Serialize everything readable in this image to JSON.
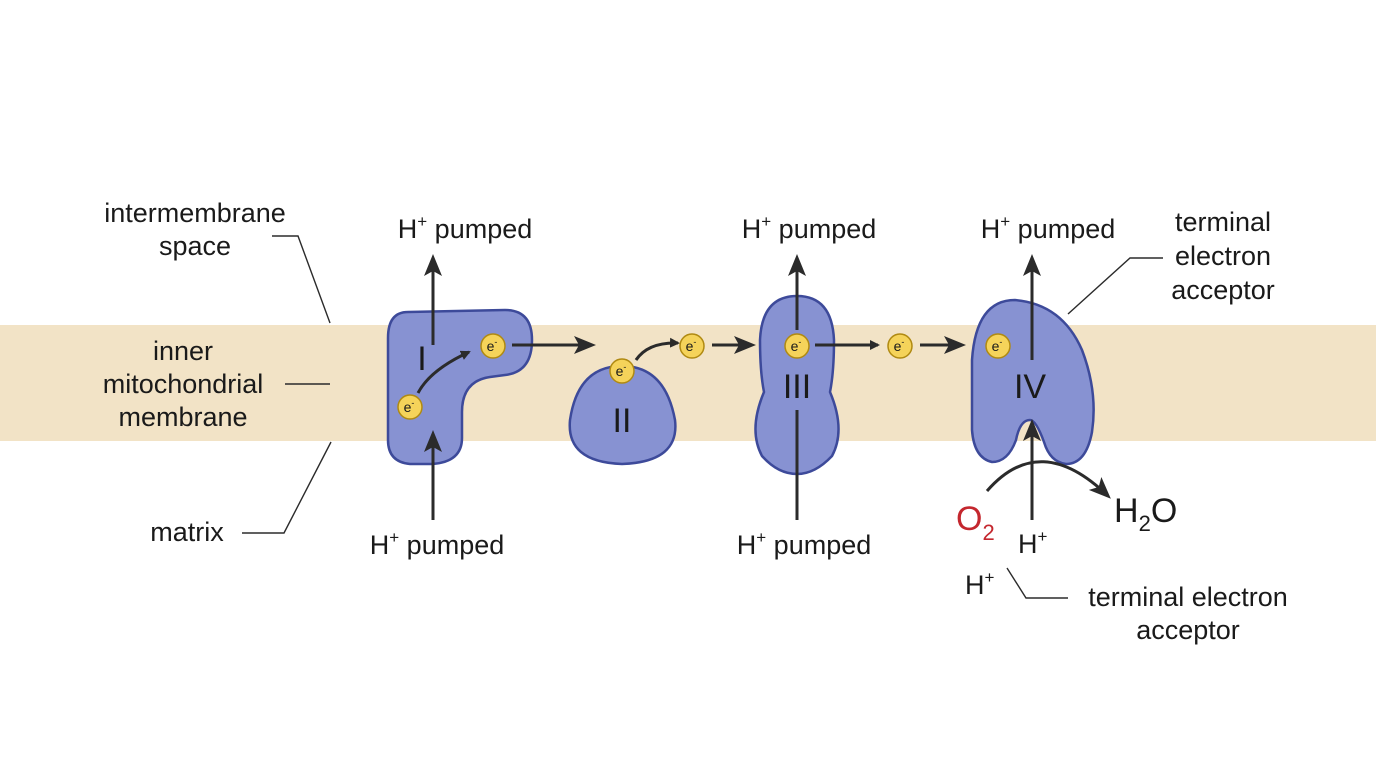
{
  "labels": {
    "intermembrane_space": [
      "intermembrane",
      "space"
    ],
    "inner_membrane": [
      "inner",
      "mitochondrial",
      "membrane"
    ],
    "matrix": "matrix",
    "terminal_acceptor_top": [
      "terminal",
      "electron",
      "acceptor"
    ],
    "terminal_acceptor_bottom": [
      "terminal electron",
      "acceptor"
    ]
  },
  "complexes": {
    "I": "I",
    "II": "II",
    "III": "III",
    "IV": "IV"
  },
  "pumped": {
    "text": "H",
    "sup": "+",
    "suffix": " pumped"
  },
  "electron": {
    "text": "e",
    "sup": "-"
  },
  "reaction": {
    "o2": "O",
    "o2_sub": "2",
    "h2o_h": "H",
    "h2o_sub": "2",
    "h2o_o": "O",
    "proton": "H",
    "proton_sup": "+"
  },
  "colors": {
    "membrane": "#f2e3c6",
    "complex_fill": "#8792d2",
    "complex_stroke": "#3d4a9a",
    "electron": "#f5d35a",
    "oxygen": "#c4272e"
  }
}
